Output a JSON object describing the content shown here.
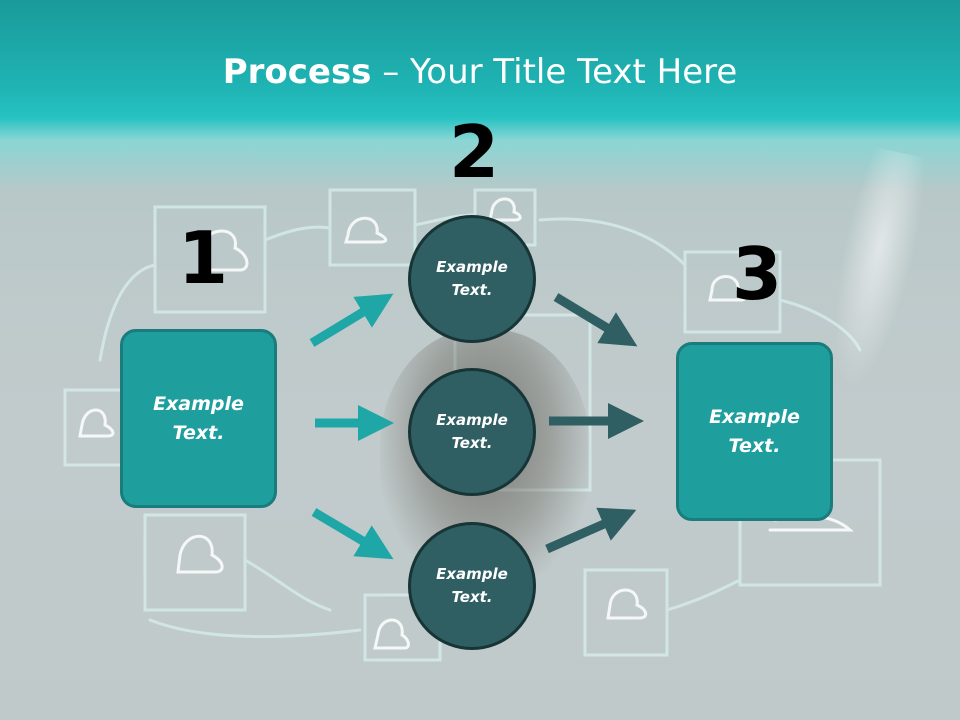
{
  "title": {
    "bold": "Process",
    "rest": " – Your Title Text Here"
  },
  "colors": {
    "teal_box": "#1f9e9e",
    "teal_arrow": "#1fa6a6",
    "dark_circle": "#2f5f63",
    "dark_arrow": "#2f5f63"
  },
  "numbers": {
    "n1": "1",
    "n2": "2",
    "n3": "3"
  },
  "left_box": {
    "text": "Example\nText."
  },
  "right_box": {
    "text": "Example\nText."
  },
  "circles": [
    {
      "text": "Example\nText."
    },
    {
      "text": "Example\nText."
    },
    {
      "text": "Example\nText."
    }
  ]
}
